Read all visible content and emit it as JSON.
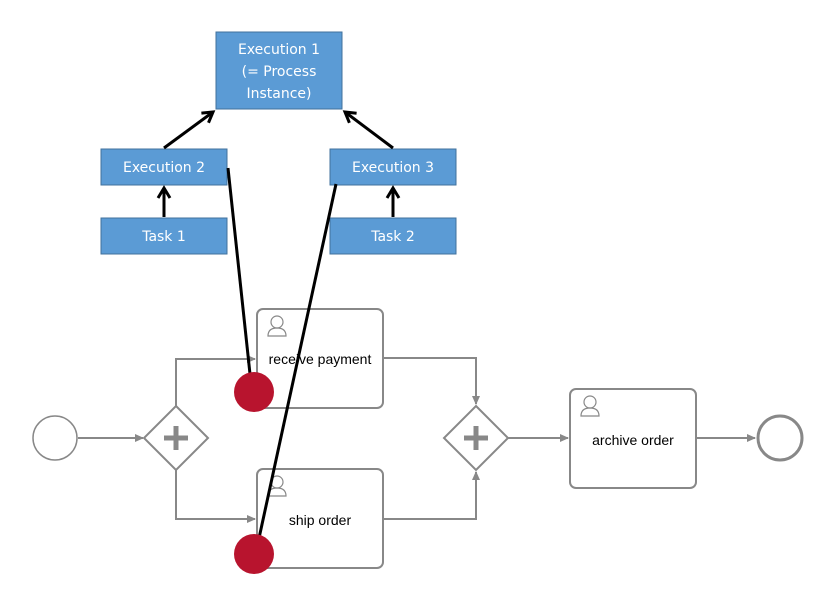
{
  "executions": {
    "e1": {
      "lines": [
        "Execution 1",
        "(= Process",
        "Instance)"
      ]
    },
    "e2": {
      "lines": [
        "Execution 2"
      ]
    },
    "e3": {
      "lines": [
        "Execution 3"
      ]
    },
    "t1": {
      "lines": [
        "Task 1"
      ]
    },
    "t2": {
      "lines": [
        "Task 2"
      ]
    }
  },
  "process": {
    "tasks": {
      "receive_payment": "receive payment",
      "ship_order": "ship order",
      "archive_order": "archive order"
    },
    "colors": {
      "execution_fill": "#5b9bd5",
      "token": "#b8142e",
      "flow": "#888888"
    },
    "icons": {
      "task": "user-icon",
      "gateway": "parallel-gateway-plus"
    }
  }
}
